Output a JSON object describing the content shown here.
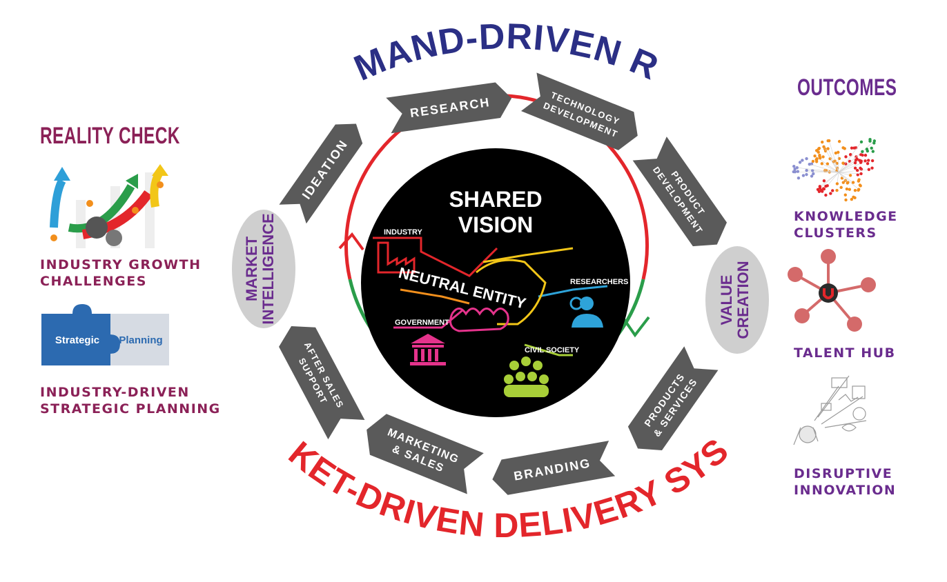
{
  "title_top": "DEMAND-DRIVEN R&D",
  "title_bottom": "MARKET-DRIVEN DELIVERY SYSTEM",
  "center": {
    "heading_1": "SHARED",
    "heading_2": "VISION",
    "neutral": "NEUTRAL ENTITY",
    "industry": "INDUSTRY",
    "researchers": "RESEARCHERS",
    "government": "GOVERNMENT",
    "civil_society": "CIVIL SOCIETY"
  },
  "steps": {
    "ideation": "IDEATION",
    "research": "RESEARCH",
    "tech_1": "TECHNOLOGY",
    "tech_2": "DEVELOPMENT",
    "prod_1": "PRODUCT",
    "prod_2": "DEVELOPMENT",
    "value_1": "VALUE",
    "value_2": "CREATION",
    "ps_1": "PRODUCTS",
    "ps_2": "& SERVICES",
    "branding": "BRANDING",
    "ms_1": "MARKETING",
    "ms_2": "& SALES",
    "as_1": "AFTER SALES",
    "as_2": "SUPPORT",
    "mi_1": "MARKET",
    "mi_2": "INTELLIGENCE"
  },
  "left": {
    "heading": "REALITY CHECK",
    "growth_1": "INDUSTRY GROWTH",
    "growth_2": "CHALLENGES",
    "puzzle_1": "Strategic",
    "puzzle_2": "Planning",
    "planning_1": "INDUSTRY-DRIVEN",
    "planning_2": "STRATEGIC PLANNING"
  },
  "right": {
    "heading": "OUTCOMES",
    "k_1": "KNOWLEDGE",
    "k_2": "CLUSTERS",
    "talent": "TALENT HUB",
    "d_1": "DISRUPTIVE",
    "d_2": "INNOVATION"
  },
  "colors": {
    "navy": "#2b2f85",
    "red": "#e3262b",
    "green": "#2a9d4a",
    "plum": "#8b2157",
    "purple": "#6a2c8e",
    "arrow_gray": "#5a5a5a",
    "oval_gray": "#cfcfcf"
  }
}
